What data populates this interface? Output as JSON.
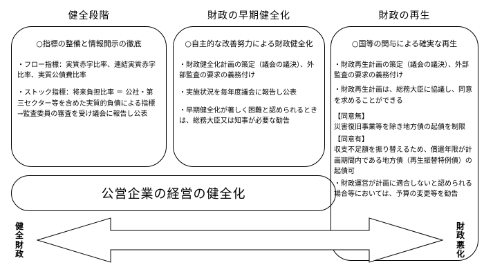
{
  "columns": [
    {
      "title": "健全段階",
      "heading": "○指標の整備と情報開示の徹底",
      "items": [
        "・フロー指標：実質赤字比率、連結実質赤字比率、実質公債費比率",
        "・ストック指標：将来負担比率 ＝ 公社・第三セクター等を含めた実質的負債による指標→監査委員の審査を受け議会に報告し公表"
      ]
    },
    {
      "title": "財政の早期健全化",
      "heading": "○自主的な改善努力による財政健全化",
      "items": [
        "・財政健全化計画の策定（議会の議決）、外部監査の要求の義務付け",
        "・実施状況を毎年度議会に報告し公表",
        "・早期健全化が著しく困難と認められるときは、総務大臣又は知事が必要な勧告"
      ]
    },
    {
      "title": "財政の再生",
      "heading": "○国等の関与による確実な再生",
      "items": [
        "・財政再生計画の策定（議会の議決）、外部監査の要求の義務付け",
        "・財政再生計画は、総務大臣に協議し、同意を求めることができる"
      ],
      "agree_none_label": "【同意無】",
      "agree_none_text": "災害復旧事業等を除き地方債の起債を制限",
      "agree_yes_label": "【同意有】",
      "agree_yes_text": "収支不足額を振り替えるため、償還年限が計画期間内である地方債（再生振替特例債）の起債可",
      "last_item": "・財政運営が計画に適合しないと認められる場合等においては、予算の変更等を勧告"
    }
  ],
  "bottom_box": "公営企業の経営の健全化",
  "left_label": "健全財政",
  "right_label": "財政悪化",
  "colors": {
    "line": "#000000",
    "background": "#ffffff"
  }
}
